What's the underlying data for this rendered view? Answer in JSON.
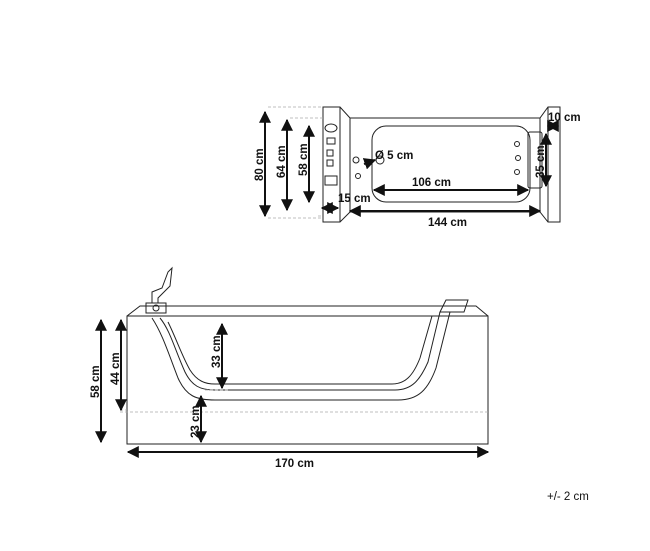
{
  "top_view": {
    "dims": {
      "height_80": "80 cm",
      "height_64": "64 cm",
      "height_58": "58 cm",
      "drain": "Ø 5 cm",
      "inner_106": "106 cm",
      "width_15": "15 cm",
      "width_144": "144 cm",
      "rim_10": "10 cm",
      "side_35": "35 cm"
    }
  },
  "side_view": {
    "dims": {
      "height_58": "58 cm",
      "height_44": "44 cm",
      "depth_33": "33 cm",
      "base_23": "23 cm",
      "length_170": "170 cm"
    }
  },
  "tolerance": "+/- 2 cm"
}
